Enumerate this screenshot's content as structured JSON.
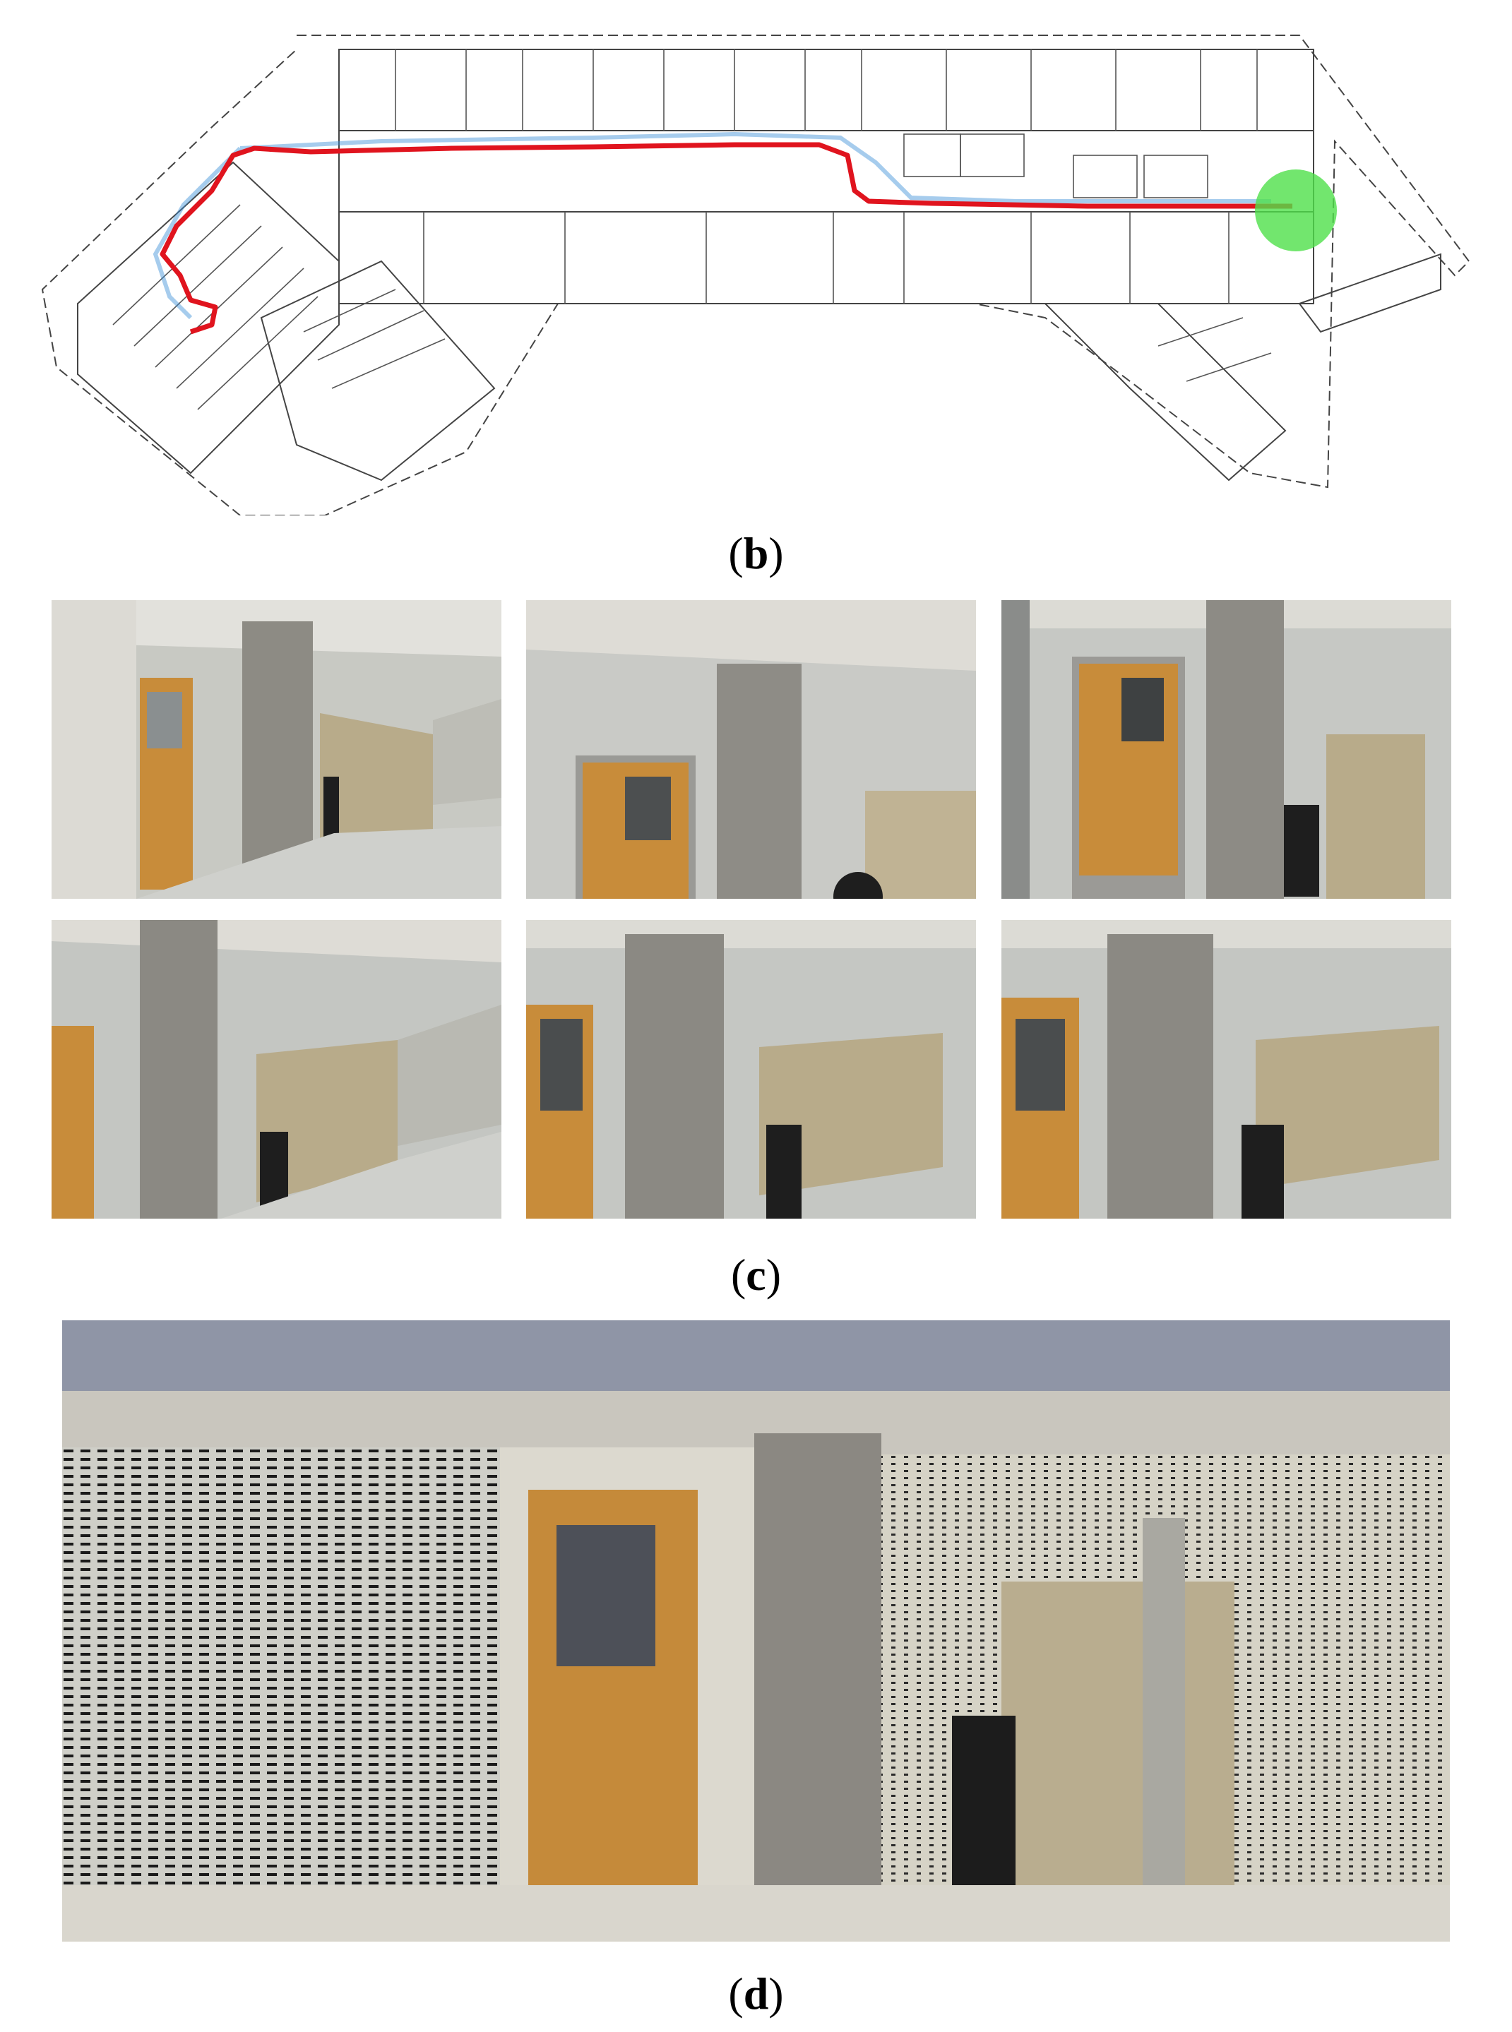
{
  "figure": {
    "panel_b": {
      "label": "b",
      "caption_open": "(",
      "caption_close": ")",
      "content": "floor-plan-with-trajectory",
      "colors": {
        "trajectory": "#e0141e",
        "point_cloud": "#3a8fd8",
        "highlight": "#4fe04a",
        "linework": "#444444"
      }
    },
    "panel_c": {
      "label": "c",
      "caption_open": "(",
      "caption_close": ")",
      "photo_count": 6
    },
    "panel_d": {
      "label": "d",
      "caption_open": "(",
      "caption_close": ")",
      "content": "colored-point-cloud-reconstruction"
    }
  }
}
